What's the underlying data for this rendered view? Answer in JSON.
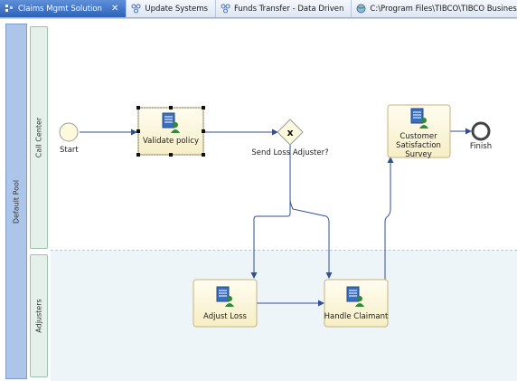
{
  "tabs": [
    {
      "label": "Claims Mgmt Solution",
      "close": "✕",
      "active": true
    },
    {
      "label": "Update Systems",
      "active": false
    },
    {
      "label": "Funds Transfer - Data Driven",
      "active": false
    },
    {
      "label": "C:\\Program Files\\TIBCO\\TIBCO Business Studi",
      "active": false
    }
  ],
  "pool": {
    "label": "Default Pool"
  },
  "lanes": [
    {
      "label": "Call Center"
    },
    {
      "label": "Adjusters"
    }
  ],
  "events": {
    "start": "Start",
    "finish": "Finish"
  },
  "tasks": {
    "validate": "Validate policy",
    "survey_line1": "Customer",
    "survey_line2": "Satisfaction",
    "survey_line3": "Survey",
    "adjust": "Adjust Loss",
    "handle": "Handle Claimant"
  },
  "gateway": {
    "label": "Send Loss Adjuster?",
    "symbol": "x"
  },
  "colors": {
    "task_fill": "#fdf9dc",
    "task_border": "#c8b27a",
    "connector": "#2f4f9a",
    "tab_active": "#2d62b9"
  }
}
